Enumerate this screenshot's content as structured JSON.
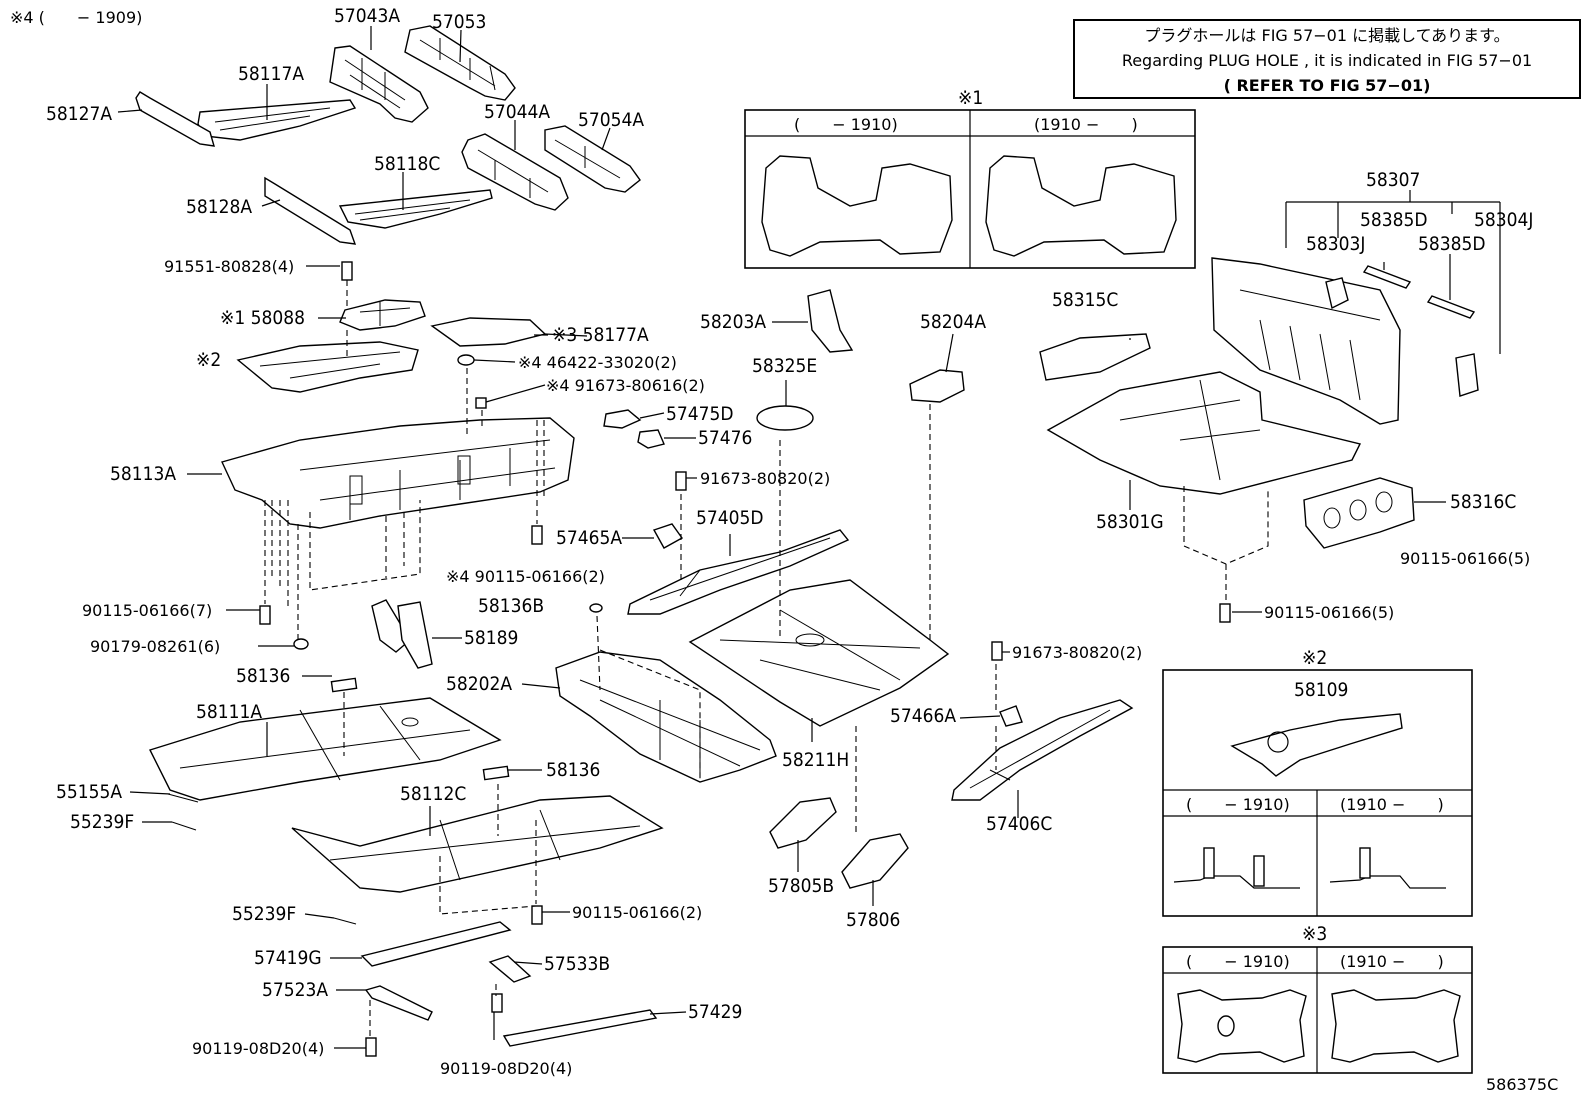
{
  "note": {
    "line1": "プラグホールは FIG 57−01 に掲載してあります。",
    "line2": "Regarding  PLUG  HOLE , it is indicated in  FIG  57−01",
    "line3": "( REFER  TO  FIG  57−01)"
  },
  "header_note": "※4 (　　− 1909)",
  "diagram_id": "586375C",
  "parts": [
    {
      "label": "57043A"
    },
    {
      "label": "57053"
    },
    {
      "label": "58117A"
    },
    {
      "label": "58127A"
    },
    {
      "label": "57044A"
    },
    {
      "label": "57054A"
    },
    {
      "label": "58118C"
    },
    {
      "label": "58128A"
    },
    {
      "label": "91551-80828(4)"
    },
    {
      "label": "※1 58088"
    },
    {
      "label": "※2"
    },
    {
      "label": "※3 58177A"
    },
    {
      "label": "※4 46422-33020(2)"
    },
    {
      "label": "※4 91673-80616(2)"
    },
    {
      "label": "57475D"
    },
    {
      "label": "57476"
    },
    {
      "label": "58113A"
    },
    {
      "label": "91673-80820(2)"
    },
    {
      "label": "57465A"
    },
    {
      "label": "57405D"
    },
    {
      "label": "※4 90115-06166(2)"
    },
    {
      "label": "58136B"
    },
    {
      "label": "90115-06166(7)"
    },
    {
      "label": "90179-08261(6)"
    },
    {
      "label": "58189"
    },
    {
      "label": "58136"
    },
    {
      "label": "58202A"
    },
    {
      "label": "58111A"
    },
    {
      "label": "55155A"
    },
    {
      "label": "55239F"
    },
    {
      "label": "58136"
    },
    {
      "label": "58112C"
    },
    {
      "label": "55239F"
    },
    {
      "label": "90115-06166(2)"
    },
    {
      "label": "57419G"
    },
    {
      "label": "57533B"
    },
    {
      "label": "57523A"
    },
    {
      "label": "57429"
    },
    {
      "label": "90119-08D20(4)"
    },
    {
      "label": "90119-08D20(4)"
    },
    {
      "label": "58203A"
    },
    {
      "label": "58325E"
    },
    {
      "label": "58204A"
    },
    {
      "label": "58211H"
    },
    {
      "label": "57466A"
    },
    {
      "label": "91673-80820(2)"
    },
    {
      "label": "57406C"
    },
    {
      "label": "57805B"
    },
    {
      "label": "57806"
    },
    {
      "label": "58307"
    },
    {
      "label": "58385D"
    },
    {
      "label": "58304J"
    },
    {
      "label": "58303J"
    },
    {
      "label": "58385D"
    },
    {
      "label": "58315C"
    },
    {
      "label": "58301G"
    },
    {
      "label": "58316C"
    },
    {
      "label": "90115-06166(5)"
    },
    {
      "label": "90115-06166(5)"
    }
  ],
  "inset1": {
    "title": "※1",
    "col1": "(　　− 1910)",
    "col2": "(1910 −　　)"
  },
  "inset2": {
    "title": "※2",
    "part": "58109",
    "col1": "(　　− 1910)",
    "col2": "(1910 −　　)"
  },
  "inset3": {
    "title": "※3",
    "col1": "(　　− 1910)",
    "col2": "(1910 −　　)"
  }
}
